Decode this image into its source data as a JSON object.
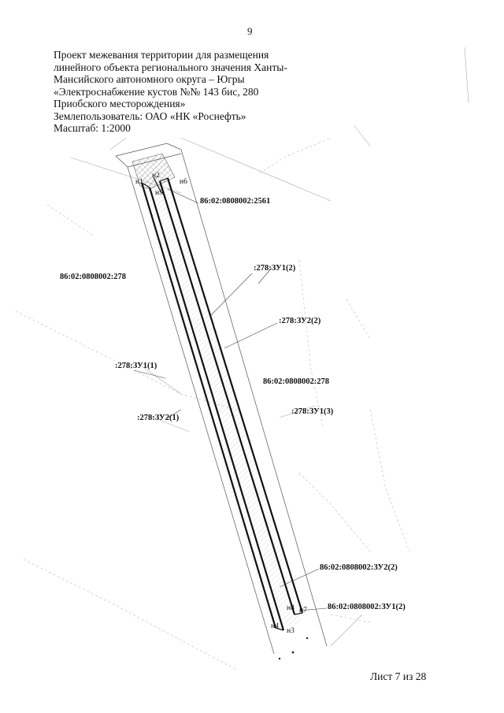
{
  "page_number": "9",
  "header": {
    "lines": [
      "Проект межевания территории для размещения",
      "линейного объекта регионального значения Ханты-",
      "Мансийского автономного округа – Югры",
      "«Электроснабжение кустов №№ 143 бис, 280",
      "Приобского месторождения»",
      "Землепользователь: ОАО «НК «Роснефть»",
      "Масштаб: 1:2000"
    ]
  },
  "map": {
    "labels": {
      "parcel_2561": "86:02:0808002:2561",
      "parcel_278_left": "86:02:0808002:278",
      "zu1_2": ":278:ЗУ1(2)",
      "zu2_2": ":278:ЗУ2(2)",
      "zu1_1": ":278:ЗУ1(1)",
      "parcel_278_right": "86:02:0808002:278",
      "zu1_3": ":278:ЗУ1(3)",
      "zu2_1": ":278:ЗУ2(1)",
      "full_zu2_2": "86:02:0808002:ЗУ2(2)",
      "full_zu1_2": "86:02:0808002:ЗУ1(2)"
    },
    "points": {
      "n1": "н1",
      "n2": "н2",
      "n5": "н5",
      "n6": "н6",
      "n8": "н8",
      "n7": "н7",
      "n4": "н4",
      "n3": "н3"
    }
  },
  "footer": {
    "sheet": "Лист 7 из 28"
  }
}
